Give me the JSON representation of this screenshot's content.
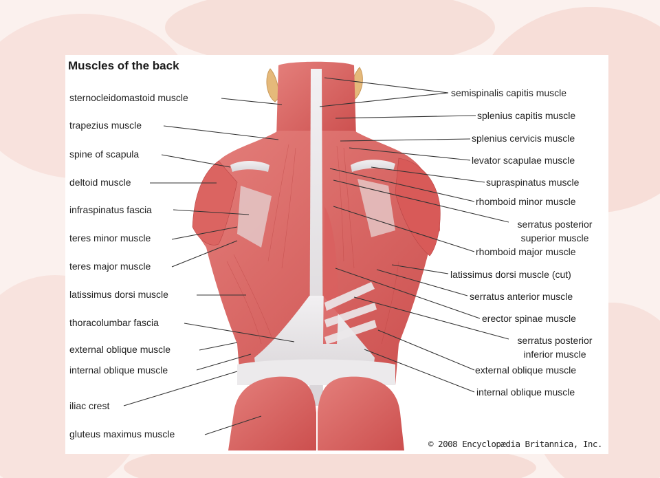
{
  "title": "Muscles of the back",
  "copyright": "© 2008 Encyclopædia Britannica, Inc.",
  "colors": {
    "muscle": "#d9605e",
    "muscle_light": "#e88a86",
    "tendon": "#e9e6e8",
    "background_tint": "#f6ddd6",
    "leader": "#333333"
  },
  "labels_left": [
    "sternocleidomastoid muscle",
    "trapezius muscle",
    "spine of scapula",
    "deltoid muscle",
    "infraspinatus fascia",
    "teres minor muscle",
    "teres major muscle",
    "latissimus dorsi muscle",
    "thoracolumbar fascia",
    "external oblique muscle",
    "internal oblique muscle",
    "iliac crest",
    "gluteus maximus muscle"
  ],
  "labels_right": [
    "semispinalis capitis muscle",
    "splenius capitis muscle",
    "splenius cervicis muscle",
    "levator scapulae muscle",
    "supraspinatus muscle",
    "rhomboid minor muscle",
    "serratus posterior\nsuperior muscle",
    "rhomboid major muscle",
    "latissimus dorsi muscle (cut)",
    "serratus anterior muscle",
    "erector spinae muscle",
    "serratus posterior\ninferior muscle",
    "external oblique muscle",
    "internal oblique muscle"
  ]
}
